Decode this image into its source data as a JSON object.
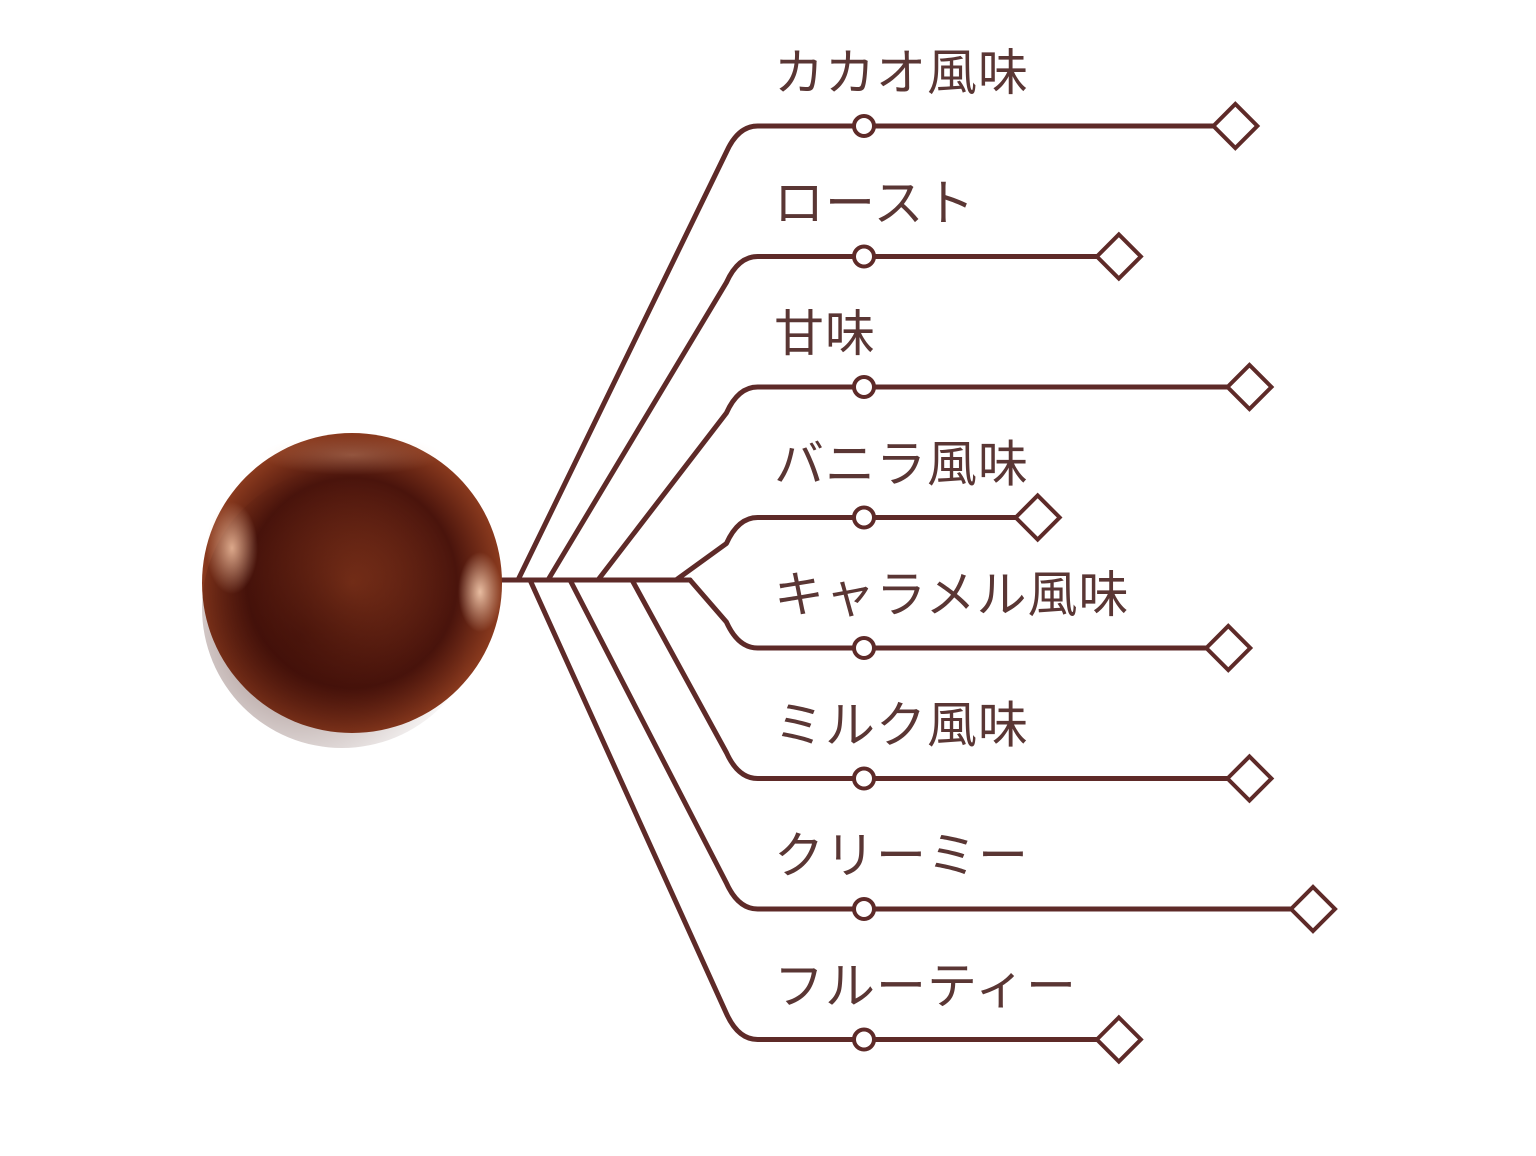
{
  "colors": {
    "line": "#5e2a28",
    "label": "#5a3634",
    "marker_fill": "#ffffff",
    "sphere_light": "#c97a52",
    "sphere_mid": "#8a3a1e",
    "sphere_dark": "#4a140c"
  },
  "center_icon": "chocolate-ball",
  "chart_data": {
    "type": "diagram",
    "items": [
      {
        "label": "カカオ風味",
        "value": 0.78
      },
      {
        "label": "ロースト",
        "value": 0.45
      },
      {
        "label": "甘味",
        "value": 0.82
      },
      {
        "label": "バニラ風味",
        "value": 0.22
      },
      {
        "label": "キャラメル風味",
        "value": 0.76
      },
      {
        "label": "ミルク風味",
        "value": 0.82
      },
      {
        "label": "クリーミー",
        "value": 1.0
      },
      {
        "label": "フルーティー",
        "value": 0.45
      }
    ]
  }
}
